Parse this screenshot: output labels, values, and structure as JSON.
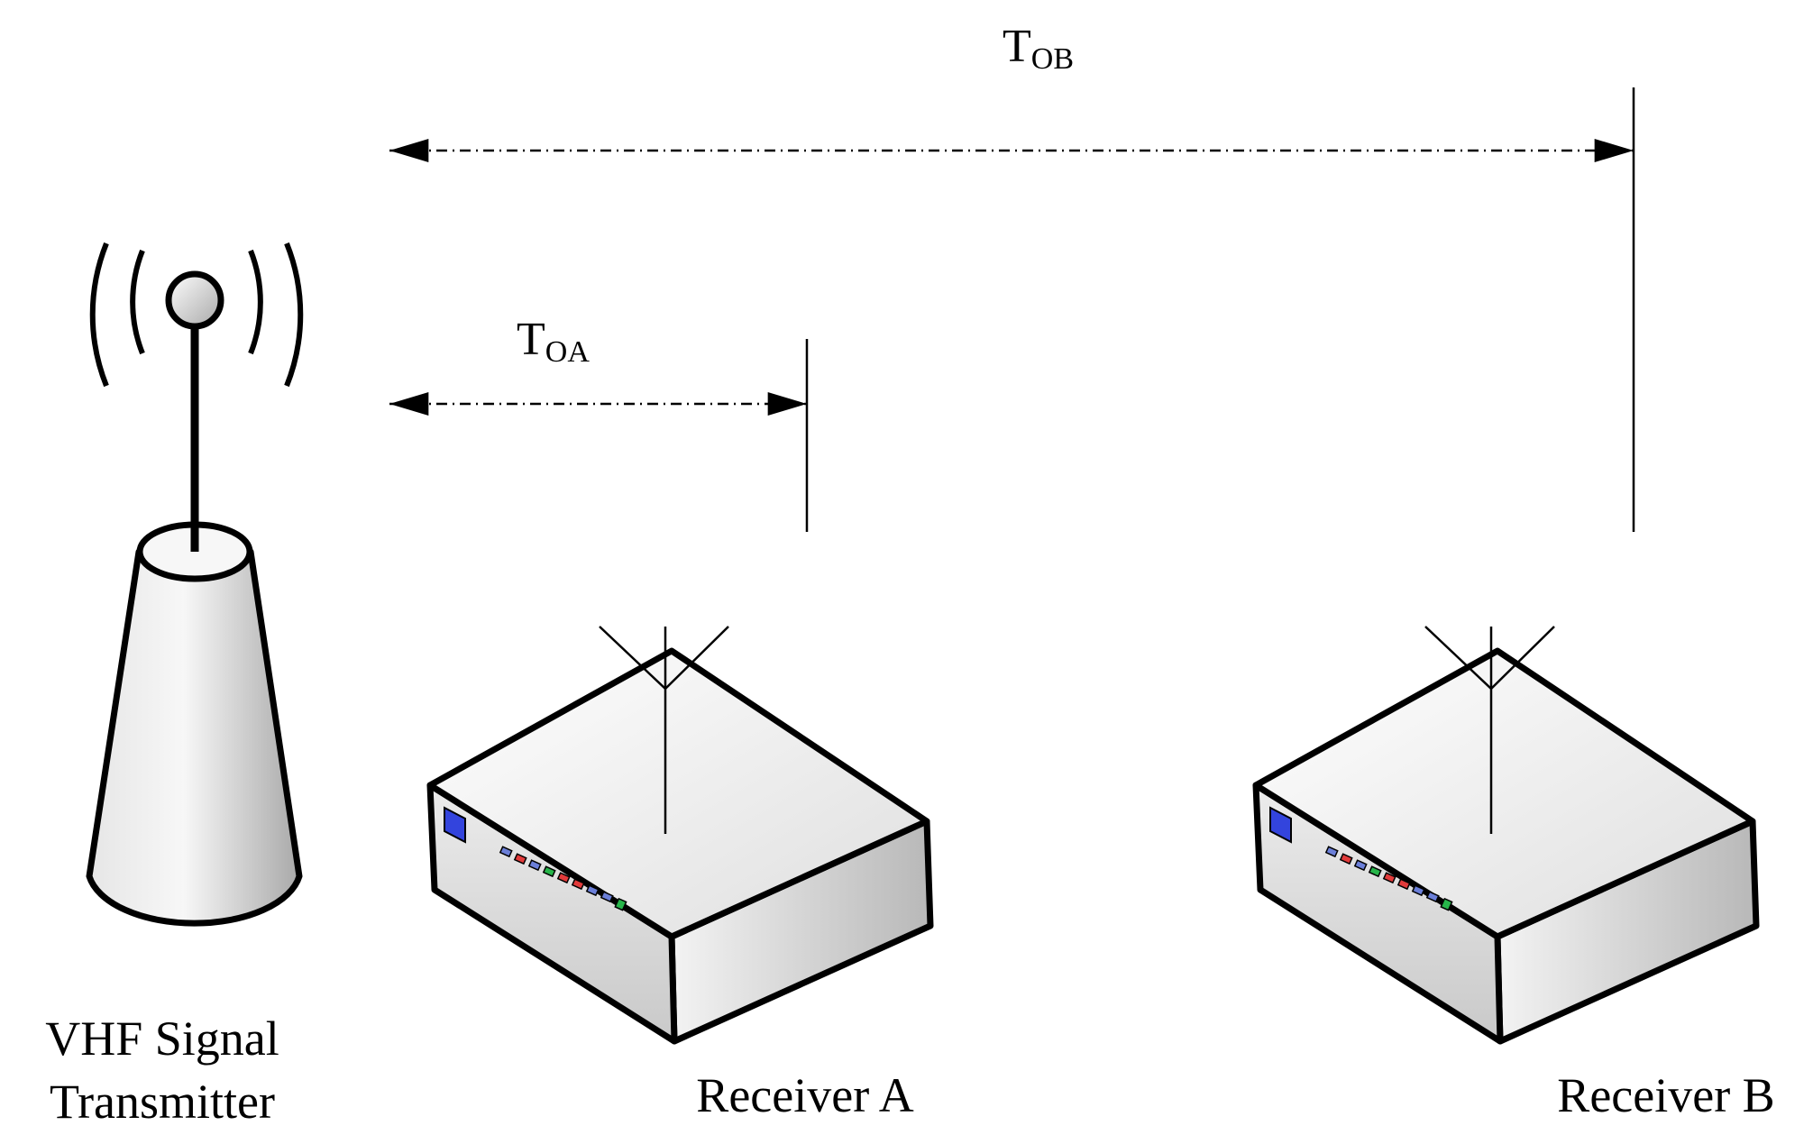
{
  "labels": {
    "t_ob_main": "T",
    "t_ob_sub": "OB",
    "t_oa_main": "T",
    "t_oa_sub": "OA",
    "transmitter_line1": "VHF Signal",
    "transmitter_line2": "Transmitter",
    "receiver_a": "Receiver A",
    "receiver_b": "Receiver B"
  },
  "colors": {
    "stroke": "#000000",
    "body_light": "#f4f4f4",
    "body_mid": "#d4d4d4",
    "body_dark": "#a8a8a8",
    "display": "#3344dd",
    "led_blue": "#6b7fd8",
    "led_red": "#e23b3b",
    "led_green": "#27b54a"
  },
  "icons": [
    "radio-tower-icon",
    "receiver-device-icon"
  ]
}
